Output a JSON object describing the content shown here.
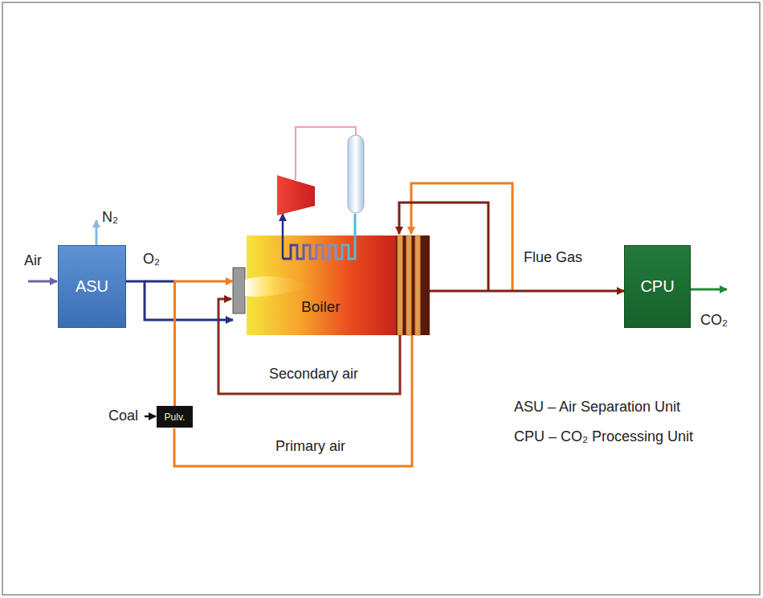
{
  "diagram": {
    "nodes": [
      {
        "text": [
          "ASU"
        ]
      },
      {
        "text": [
          "Boiler"
        ]
      },
      {
        "text": [
          "CPU"
        ]
      },
      {
        "text": [
          "Pulv."
        ]
      }
    ],
    "edges": [
      {
        "from": 0,
        "to": 1,
        "arrow": "to"
      },
      {
        "from": 3,
        "to": 1,
        "arrow": "to"
      },
      {
        "from": 1,
        "to": 2,
        "label": "Flue Gas",
        "arrow": "to"
      }
    ],
    "labels": [
      "Air",
      "N₂",
      "O₂",
      "CO₂",
      "Coal",
      "Secondary air",
      "Primary air",
      "ASU – Air Separation Unit",
      "CPU – CO₂ Processing Unit"
    ]
  }
}
